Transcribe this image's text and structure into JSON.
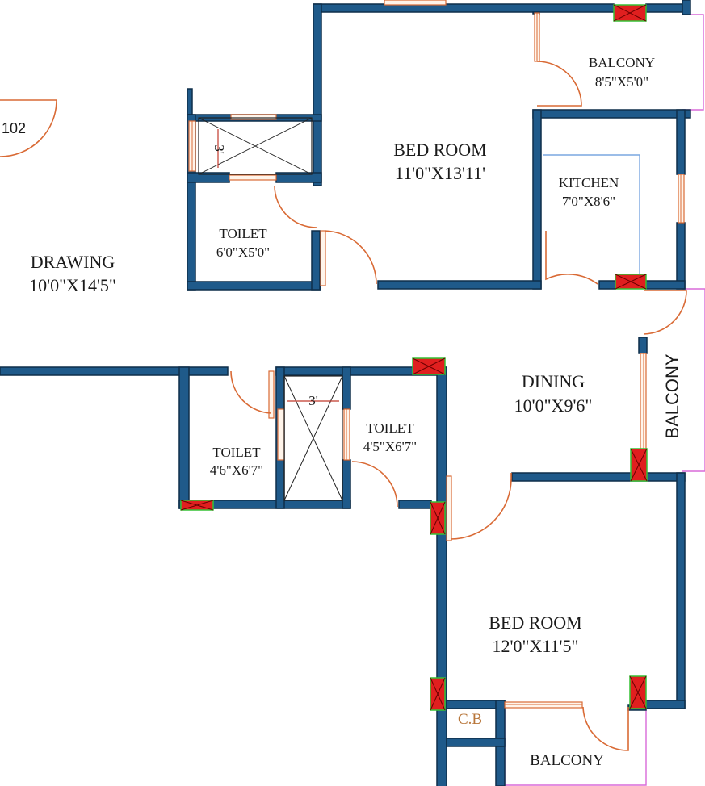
{
  "rooms": {
    "unit": "102",
    "drawing": {
      "name": "DRAWING",
      "size": "10'0\"X14'5\""
    },
    "bed_top": {
      "name": "BED ROOM",
      "size": "11'0\"X13'11'"
    },
    "balcony_top": {
      "name": "BALCONY",
      "size": "8'5\"X5'0\""
    },
    "kitchen": {
      "name": "KITCHEN",
      "size": "7'0\"X8'6\""
    },
    "toilet_top": {
      "name": "TOILET",
      "size": "6'0\"X5'0\""
    },
    "dining": {
      "name": "DINING",
      "size": "10'0\"X9'6\""
    },
    "balcony_side": {
      "name": "BALCONY"
    },
    "toilet_left": {
      "name": "TOILET",
      "size": "4'6\"X6'7\""
    },
    "toilet_mid": {
      "name": "TOILET",
      "size": "4'5\"X6'7\""
    },
    "bed_bottom": {
      "name": "BED ROOM",
      "size": "12'0\"X11'5\""
    },
    "cb": {
      "name": "C.B"
    },
    "balcony_bottom": {
      "name": "BALCONY"
    }
  },
  "dims": {
    "shaft_top": "3'",
    "shaft_mid": "3'"
  },
  "colors": {
    "wall": "#1f5a8a",
    "column": "#e01f1f",
    "column_border": "#35c235",
    "door": "#d96a35",
    "balcony_outline": "#d86ad8",
    "kitchen_counter": "#7aa7e0",
    "cb_text": "#b8763a"
  }
}
